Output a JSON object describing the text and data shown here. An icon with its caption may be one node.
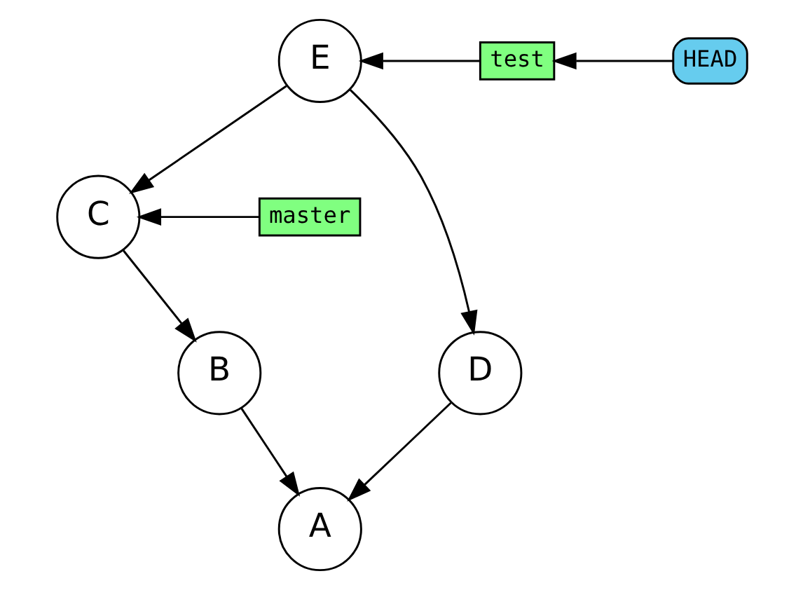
{
  "diagram": {
    "nodes": [
      {
        "text": [
          "E"
        ]
      },
      {
        "text": [
          "test"
        ]
      },
      {
        "text": [
          "HEAD"
        ]
      },
      {
        "text": [
          "master"
        ]
      },
      {
        "text": [
          "C"
        ]
      },
      {
        "text": [
          "B"
        ]
      },
      {
        "text": [
          "D"
        ]
      },
      {
        "text": [
          "A"
        ]
      }
    ],
    "edges": [
      {
        "from": 1,
        "to": 0,
        "arrow": "to"
      },
      {
        "from": 2,
        "to": 1,
        "arrow": "to"
      },
      {
        "from": 0,
        "to": 4,
        "arrow": "to"
      },
      {
        "from": 3,
        "to": 4,
        "arrow": "to"
      },
      {
        "from": 4,
        "to": 5,
        "arrow": "to"
      },
      {
        "from": 0,
        "to": 6,
        "arrow": "to"
      },
      {
        "from": 5,
        "to": 7,
        "arrow": "to"
      },
      {
        "from": 6,
        "to": 7,
        "arrow": "to"
      }
    ]
  }
}
